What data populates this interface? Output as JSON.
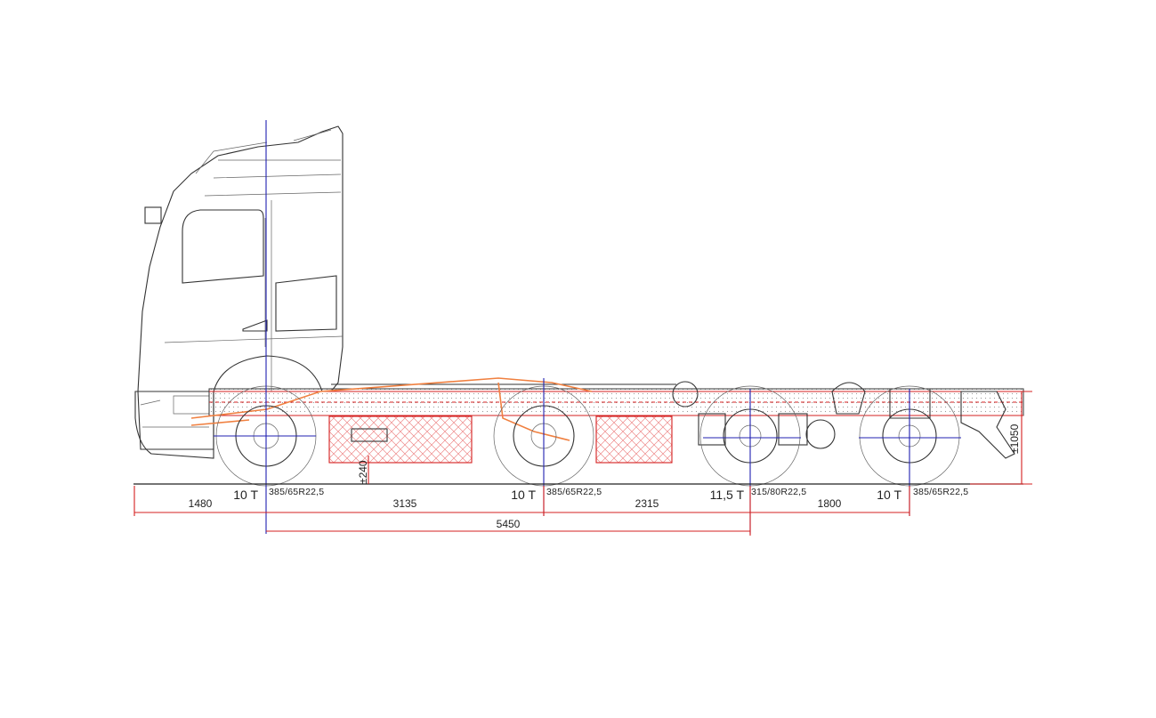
{
  "title": "Truck chassis side-view dimension drawing",
  "colors": {
    "outline": "#333333",
    "dimension": "#d42020",
    "axis": "#2020b0",
    "piping": "#f08040"
  },
  "axles": [
    {
      "load": "10  T",
      "tire": "385/65R22,5"
    },
    {
      "load": "10  T",
      "tire": "385/65R22,5"
    },
    {
      "load": "11,5  T",
      "tire": "315/80R22,5"
    },
    {
      "load": "10  T",
      "tire": "385/65R22,5"
    }
  ],
  "dimensions": {
    "front_overhang": "1480",
    "axle1_axle2": "3135",
    "axle2_axle3": "2315",
    "axle3_axle4": "1800",
    "wheelbase": "5450",
    "ground_clearance": "±240",
    "frame_height": "±1050"
  }
}
